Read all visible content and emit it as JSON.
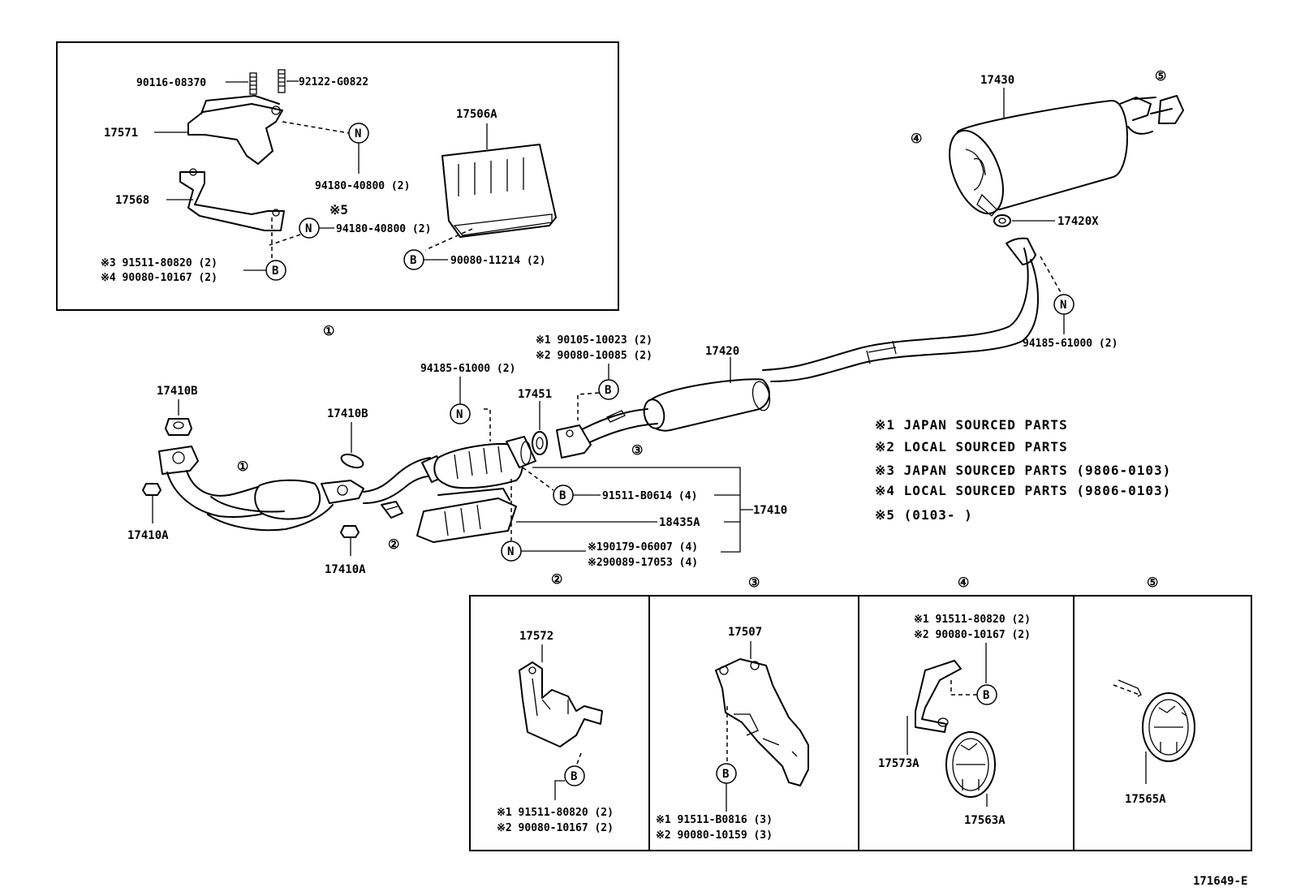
{
  "parts": {
    "p_90116_08370": "90116-08370",
    "p_92122_G0822": "92122-G0822",
    "p_17571": "17571",
    "p_17568": "17568",
    "p_17506A": "17506A",
    "p_94180_40800_a": "94180-40800 (2)",
    "p_94180_40800_b": "94180-40800 (2)",
    "p_s5": "※5",
    "p_91511_80820_top": "※3 91511-80820 (2)",
    "p_90080_10167_top": "※4 90080-10167 (2)",
    "p_90080_11214": "90080-11214 (2)",
    "p_17430": "17430",
    "p_17420X": "17420X",
    "p_94185_61000_r": "94185-61000 (2)",
    "p_17420": "17420",
    "p_90105_10023": "※1 90105-10023 (2)",
    "p_90080_10085": "※2 90080-10085 (2)",
    "p_94185_61000_m": "94185-61000 (2)",
    "p_17451": "17451",
    "p_17410B_l": "17410B",
    "p_17410B_m": "17410B",
    "p_17410A_l": "17410A",
    "p_17410A_m": "17410A",
    "p_91511_B0614": "91511-B0614 (4)",
    "p_18435A": "18435A",
    "p_17410": "17410",
    "p_90179_06007": "※190179-06007 (4)",
    "p_90089_17053": "※290089-17053 (4)",
    "p_17572": "17572",
    "p_17572_b1": "※1 91511-80820 (2)",
    "p_17572_b2": "※2 90080-10167 (2)",
    "p_17507": "17507",
    "p_17507_b1": "※1 91511-B0816 (3)",
    "p_17507_b2": "※2 90080-10159 (3)",
    "p_s4_b1": "※1 91511-80820 (2)",
    "p_s4_b2": "※2 90080-10167 (2)",
    "p_17573A": "17573A",
    "p_17563A": "17563A",
    "p_17565A": "17565A"
  },
  "callouts": {
    "c1": "①",
    "c2": "②",
    "c3": "③",
    "c4": "④",
    "c5": "⑤",
    "n": "N",
    "b": "B"
  },
  "notes": {
    "n1": "※1  JAPAN  SOURCED  PARTS",
    "n2": "※2  LOCAL  SOURCED  PARTS",
    "n3": "※3  JAPAN  SOURCED  PARTS   (9806-0103)",
    "n4": "※4  LOCAL  SOURCED  PARTS   (9806-0103)",
    "n5": "※5  (0103-       )"
  },
  "figure_id": "171649-E"
}
